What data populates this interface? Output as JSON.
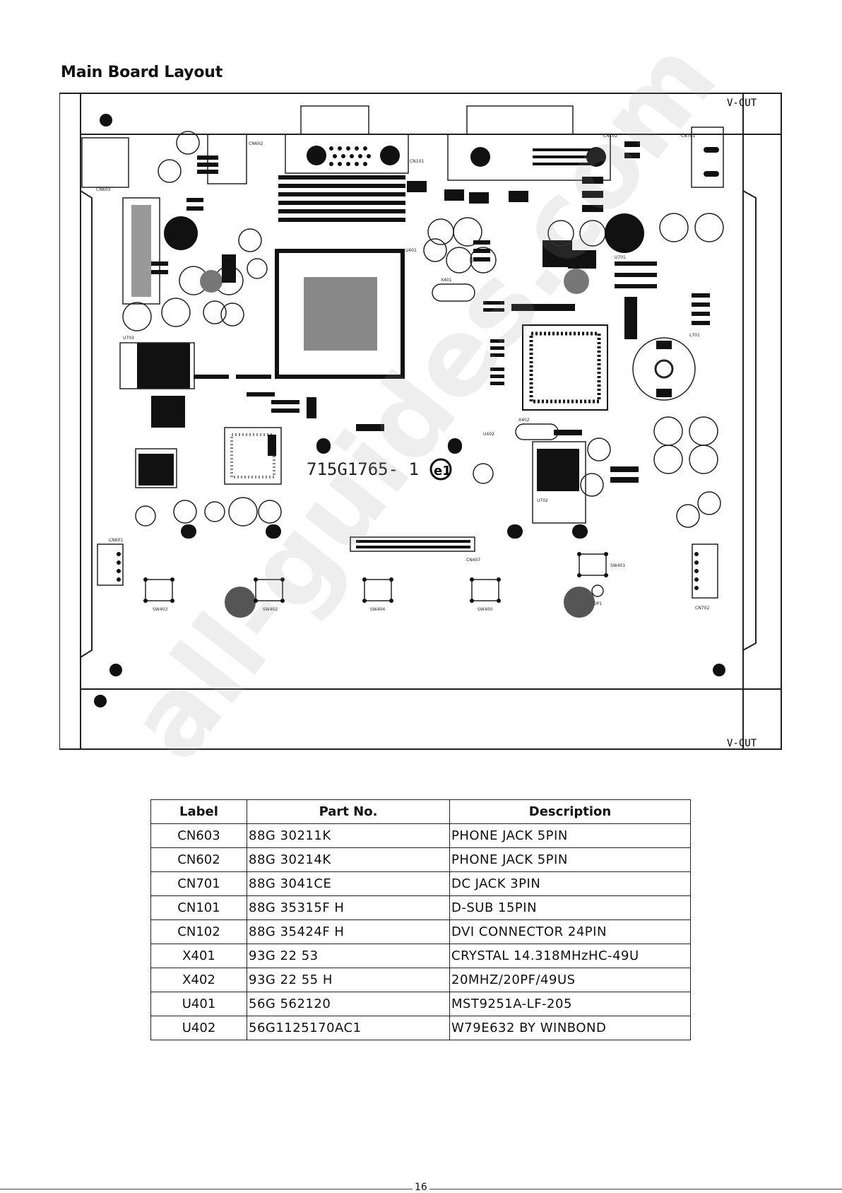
{
  "page": {
    "heading": "Main Board Layout",
    "page_number": "16",
    "watermark": "all-guides.com"
  },
  "board": {
    "board_number": "715G1765- 1",
    "cut_label": "V-CUT",
    "markings": [
      "CN603",
      "CN602",
      "CN101",
      "CN102",
      "CN701",
      "CN601",
      "CN702",
      "CN407",
      "SW403",
      "SW402",
      "SW404",
      "SW400",
      "SW401",
      "U401",
      "U402",
      "U701",
      "U702",
      "U703",
      "X401",
      "X402",
      "L701",
      "DP1"
    ]
  },
  "table": {
    "headers": [
      "Label",
      "Part No.",
      "Description"
    ],
    "rows": [
      [
        "CN603",
        "88G 30211K",
        "PHONE JACK 5PIN"
      ],
      [
        "CN602",
        "88G 30214K",
        "PHONE JACK 5PIN"
      ],
      [
        "CN701",
        "88G 3041CE",
        "DC JACK 3PIN"
      ],
      [
        "CN101",
        "88G 35315F H",
        "D-SUB 15PIN"
      ],
      [
        "CN102",
        "88G 35424F H",
        "DVI CONNECTOR 24PIN"
      ],
      [
        "X401",
        "93G 22 53",
        "CRYSTAL 14.318MHzHC-49U"
      ],
      [
        "X402",
        "93G 22 55 H",
        "20MHZ/20PF/49US"
      ],
      [
        "U401",
        "56G 562120",
        "MST9251A-LF-205"
      ],
      [
        "U402",
        "56G1125170AC1",
        "W79E632 BY WINBOND"
      ]
    ]
  }
}
